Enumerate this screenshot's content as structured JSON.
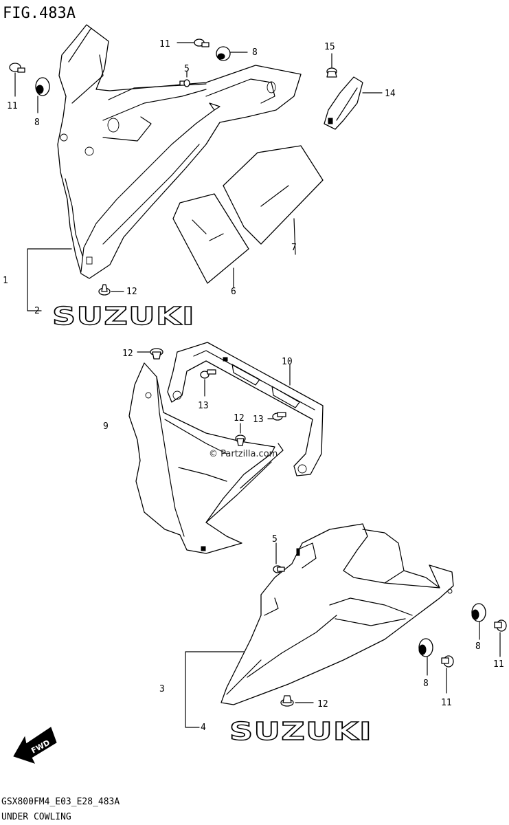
{
  "figure": {
    "title": "FIG.483A",
    "code": "GSX800FM4_E03_E28_483A",
    "name": "UNDER COWLING"
  },
  "watermark": "© Partzilla.com",
  "logos": [
    "SUZUKI",
    "SUZUKI"
  ],
  "fwd_label": "FWD",
  "callouts": [
    {
      "id": "c-11-top",
      "text": "11"
    },
    {
      "id": "c-8-top",
      "text": "8"
    },
    {
      "id": "c-15",
      "text": "15"
    },
    {
      "id": "c-5-top",
      "text": "5"
    },
    {
      "id": "c-11-left",
      "text": "11"
    },
    {
      "id": "c-8-left",
      "text": "8"
    },
    {
      "id": "c-14",
      "text": "14"
    },
    {
      "id": "c-7",
      "text": "7"
    },
    {
      "id": "c-1",
      "text": "1"
    },
    {
      "id": "c-6",
      "text": "6"
    },
    {
      "id": "c-12-a",
      "text": "12"
    },
    {
      "id": "c-2",
      "text": "2"
    },
    {
      "id": "c-12-b",
      "text": "12"
    },
    {
      "id": "c-10",
      "text": "10"
    },
    {
      "id": "c-13-a",
      "text": "13"
    },
    {
      "id": "c-9",
      "text": "9"
    },
    {
      "id": "c-12-c",
      "text": "12"
    },
    {
      "id": "c-13-b",
      "text": "13"
    },
    {
      "id": "c-5-bot",
      "text": "5"
    },
    {
      "id": "c-8-right",
      "text": "8"
    },
    {
      "id": "c-11-right",
      "text": "11"
    },
    {
      "id": "c-3",
      "text": "3"
    },
    {
      "id": "c-8-bot",
      "text": "8"
    },
    {
      "id": "c-11-bot",
      "text": "11"
    },
    {
      "id": "c-12-d",
      "text": "12"
    },
    {
      "id": "c-4",
      "text": "4"
    }
  ]
}
